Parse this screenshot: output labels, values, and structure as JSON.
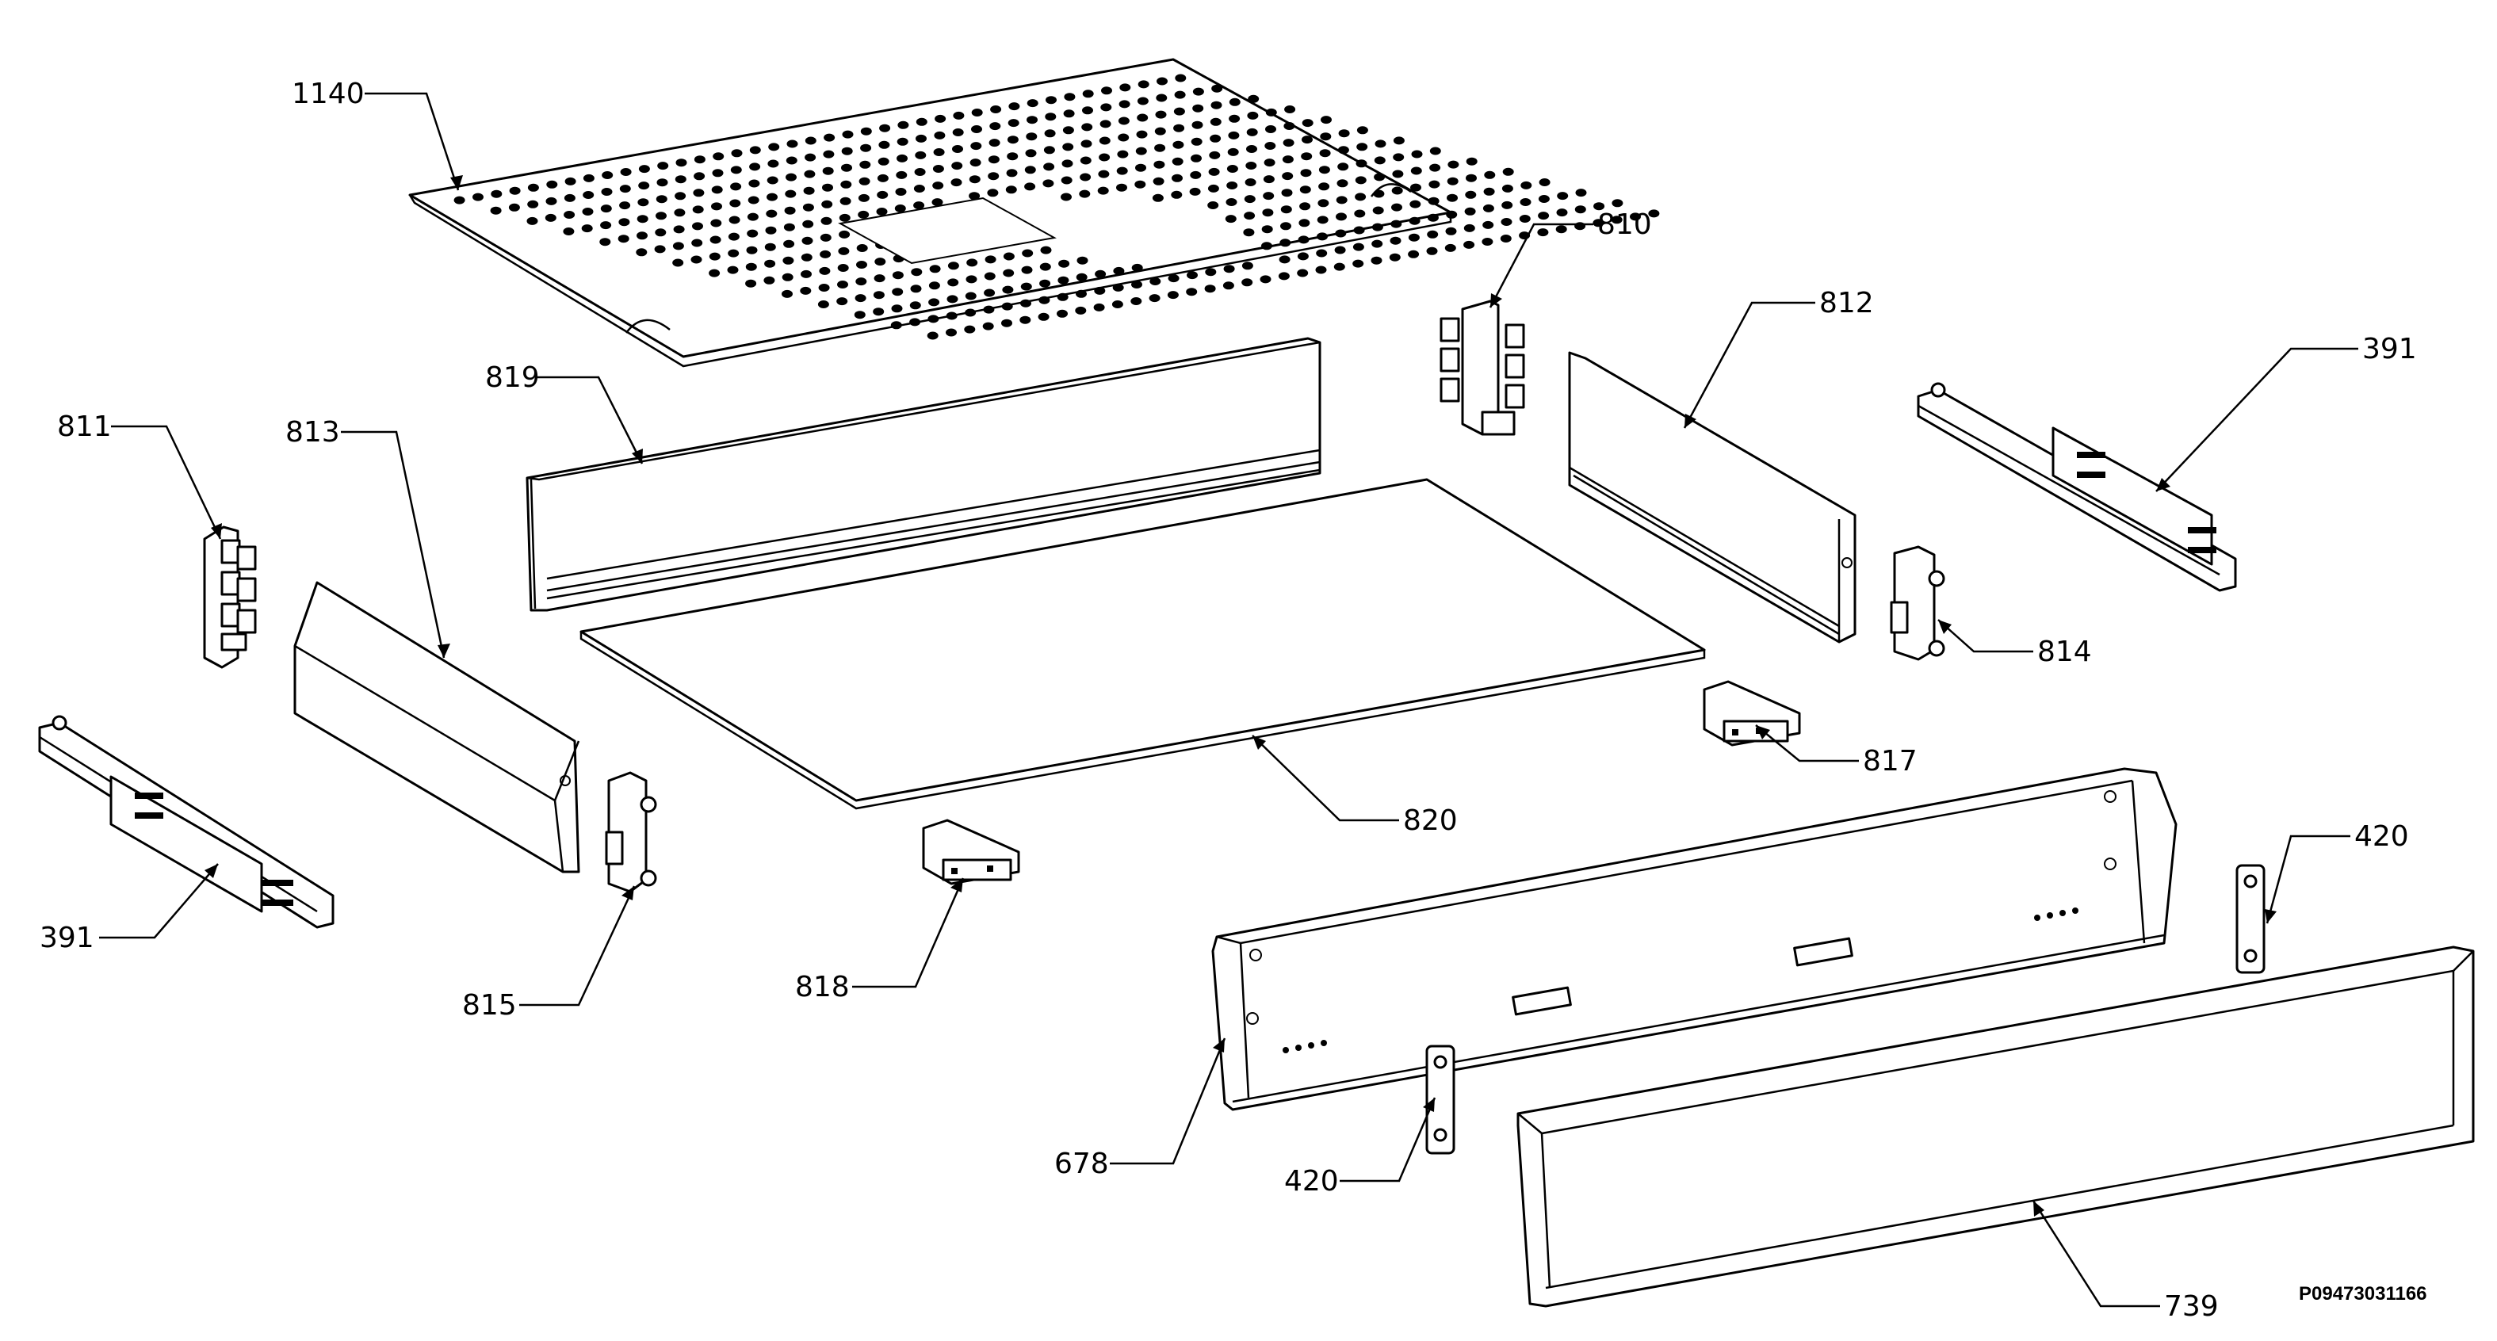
{
  "labels": {
    "p1140": "1140",
    "p810": "810",
    "p812": "812",
    "p391a": "391",
    "p819": "819",
    "p811": "811",
    "p813": "813",
    "p814": "814",
    "p817": "817",
    "p820": "820",
    "p420a": "420",
    "p391b": "391",
    "p815": "815",
    "p818": "818",
    "p678": "678",
    "p420b": "420",
    "p739": "739"
  },
  "drawing_code": "P09473031166"
}
